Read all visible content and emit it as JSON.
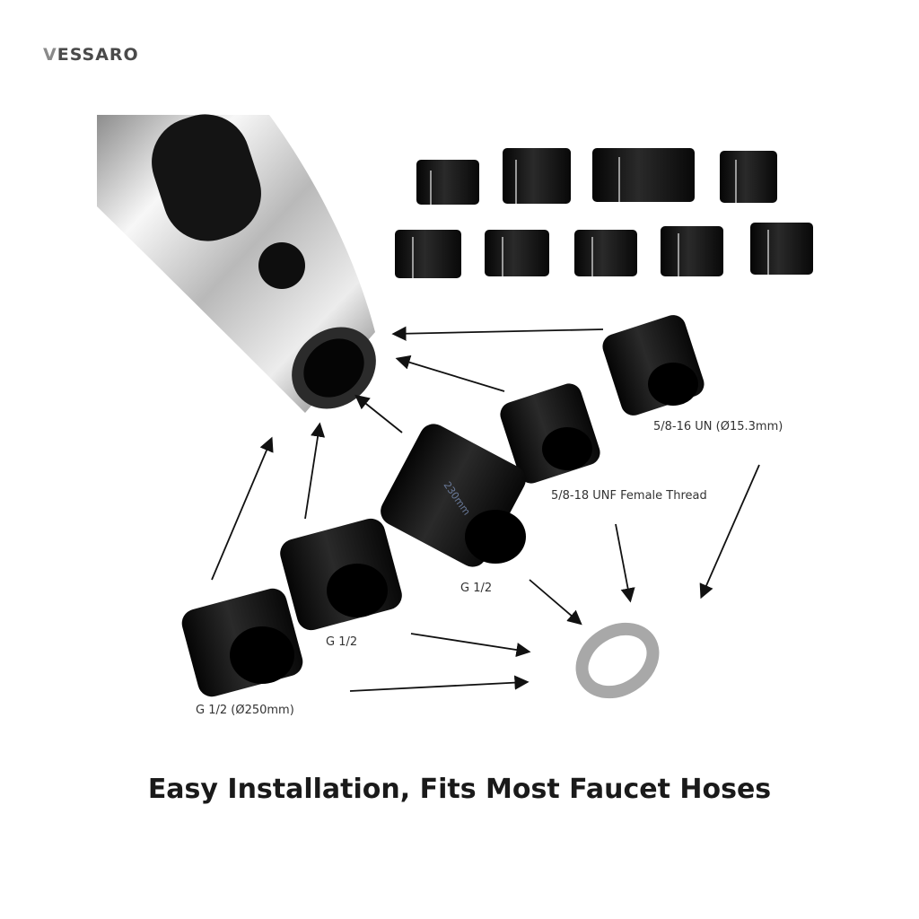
{
  "brand": {
    "name": "ESSARO"
  },
  "labels": {
    "un_thread": "5/8-16 UN (Ø15.3mm)",
    "unf_female": "5/8-18 UNF Female Thread",
    "long_g12": "G 1/2",
    "mid_g12": "G 1/2",
    "front_g12": "G 1/2 (Ø250mm)",
    "dimension": "230mm"
  },
  "headline": "Easy Installation, Fits Most Faucet Hoses",
  "colors": {
    "adapter": "#151515",
    "chrome_light": "#f4f4f4",
    "chrome_dark": "#6c6c6c",
    "washer": "#a8a8a8"
  },
  "icons": [
    "arrow-icon"
  ]
}
